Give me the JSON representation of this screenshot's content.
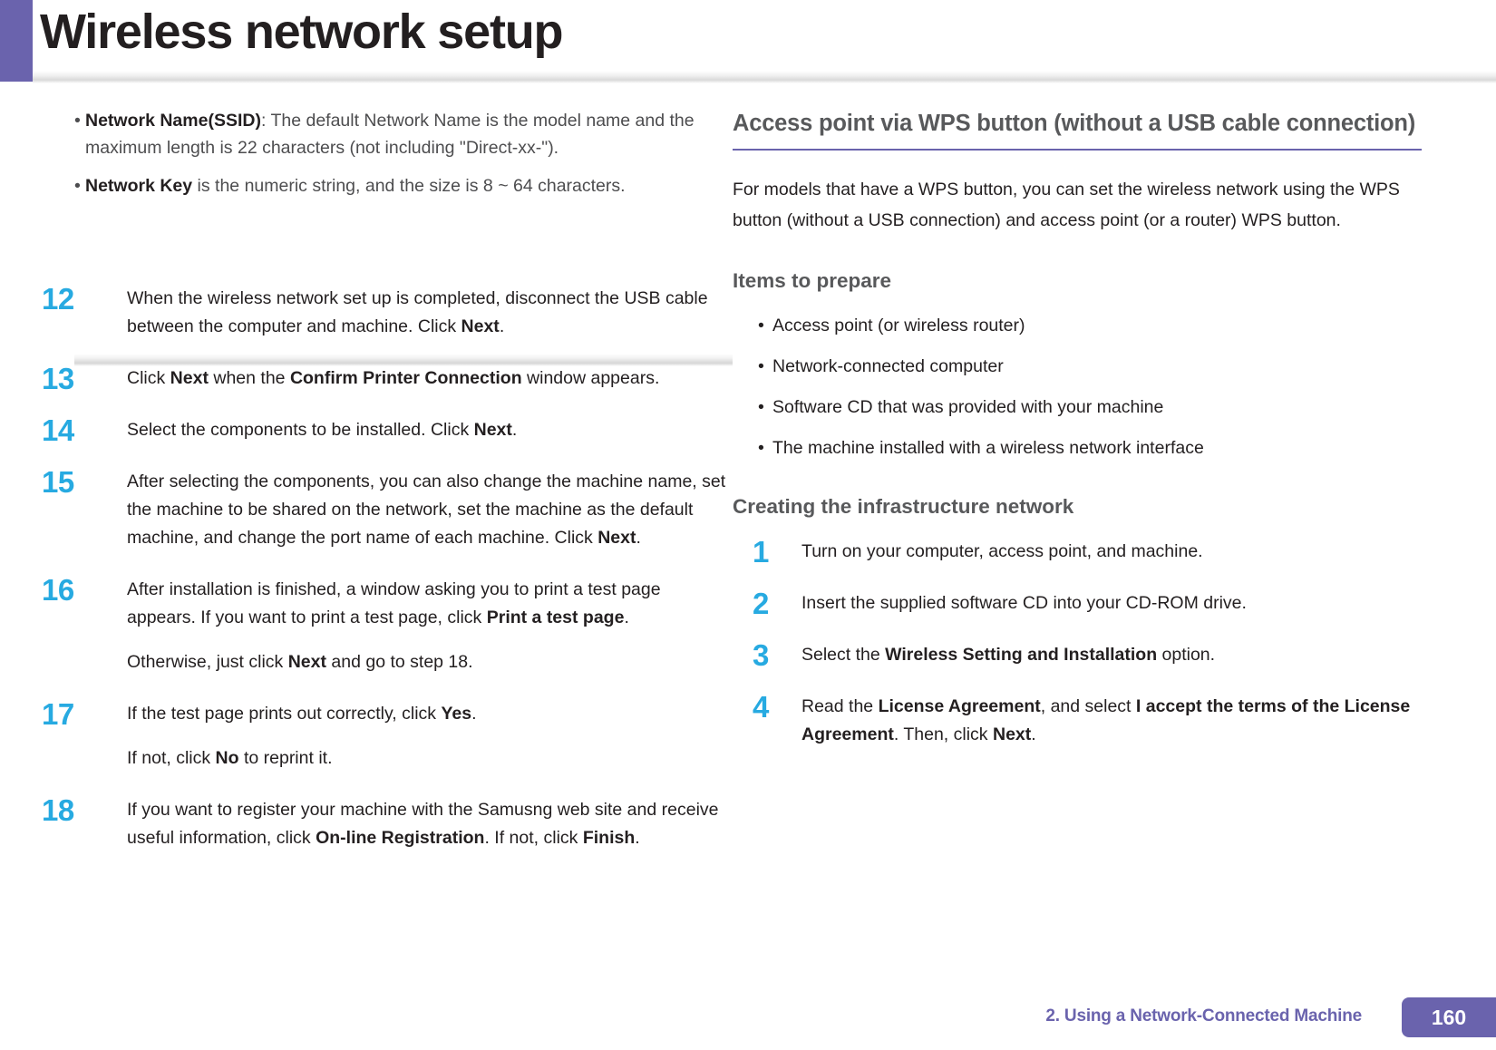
{
  "header": {
    "title": "Wireless network setup",
    "accent_color": "#6a63ad"
  },
  "colors": {
    "step_number": "#27aae1",
    "heading": "#58595b",
    "accent_purple": "#6a63ad",
    "body_text": "#231f20"
  },
  "left_column": {
    "notes": [
      {
        "bullet": "•",
        "label": "Network Name(SSID)",
        "text": ": The default Network Name is the model name and the maximum length is 22 characters (not including \"Direct-xx-\")."
      },
      {
        "bullet": "•",
        "label": "Network Key",
        "text": " is the numeric string, and the size is 8 ~ 64 characters."
      }
    ],
    "steps": [
      {
        "num": "12",
        "text_1": "When the wireless network set up is completed, disconnect the USB cable between the computer and machine. Click ",
        "bold_1": "Next",
        "text_2": "."
      },
      {
        "num": "13",
        "text_1": "Click ",
        "bold_1": "Next",
        "text_2": " when the ",
        "bold_2": "Confirm Printer Connection",
        "text_3": " window appears."
      },
      {
        "num": "14",
        "text_1": "Select the components to be installed. Click ",
        "bold_1": "Next",
        "text_2": "."
      },
      {
        "num": "15",
        "text_1": "After selecting the components, you can also change the machine name, set the machine to be shared on the network, set the machine as the default machine, and change the port name of each machine. Click ",
        "bold_1": "Next",
        "text_2": "."
      },
      {
        "num": "16",
        "text_1": "After installation is finished, a window asking you to print a test page appears. If you want to print a test page, click ",
        "bold_1": "Print a test page",
        "text_2": ".",
        "sub_text_1": "Otherwise, just click ",
        "sub_bold_1": "Next",
        "sub_text_2": " and go to step 18."
      },
      {
        "num": "17",
        "text_1": "If the test page prints out correctly, click ",
        "bold_1": "Yes",
        "text_2": ".",
        "sub_text_1": "If not, click ",
        "sub_bold_1": "No",
        "sub_text_2": " to reprint it."
      },
      {
        "num": "18",
        "text_1": "If you want to register your machine with the Samusng web site and receive useful information, click ",
        "bold_1": "On-line Registration",
        "text_2": ". If not, click ",
        "bold_2": "Finish",
        "text_3": "."
      }
    ]
  },
  "right_column": {
    "section_heading": "Access point via WPS button (without a USB cable connection)",
    "intro_paragraph": "For models that have a WPS button, you can set the wireless network using the WPS button (without a USB connection) and access point (or a router) WPS button.",
    "items_heading": "Items to prepare",
    "items": [
      "Access point (or wireless router)",
      "Network-connected computer",
      "Software CD that was provided with your machine",
      "The machine installed with a wireless network interface"
    ],
    "items_bullet": "•",
    "infrastructure_heading": "Creating the infrastructure network",
    "steps": [
      {
        "num": "1",
        "text_1": "Turn on your computer, access point, and machine."
      },
      {
        "num": "2",
        "text_1": "Insert the supplied software CD into your CD-ROM drive."
      },
      {
        "num": "3",
        "text_1": "Select the ",
        "bold_1": "Wireless Setting and Installation",
        "text_2": " option."
      },
      {
        "num": "4",
        "text_1": "Read the ",
        "bold_1": "License Agreement",
        "text_2": ", and select ",
        "bold_2": "I accept the terms of the License Agreement",
        "text_3": ". Then, click ",
        "bold_3": "Next",
        "text_4": "."
      }
    ]
  },
  "footer": {
    "chapter_text": "2.  Using a Network-Connected Machine",
    "page_number": "160"
  }
}
